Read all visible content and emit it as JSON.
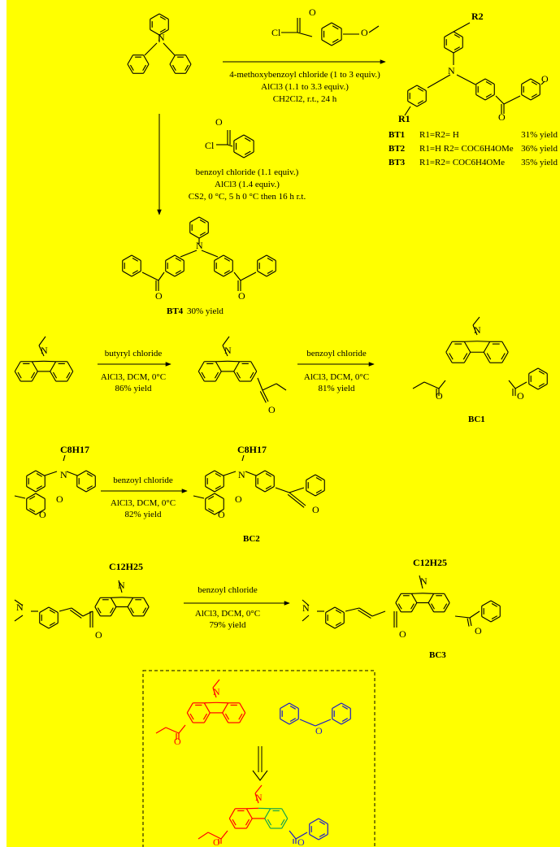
{
  "colors": {
    "background": "#FFFF00",
    "bond": "#000000",
    "highlight_red": "#FF0000",
    "highlight_blue": "#1A1AC8",
    "highlight_green": "#16A34A"
  },
  "atoms": {
    "N": "N",
    "O": "O",
    "Cl": "Cl",
    "R1": "R1",
    "R2": "R2",
    "C8H17": "C8H17",
    "C12H25": "C12H25"
  },
  "scheme1": {
    "reagent_line1": "4-methoxybenzoyl chloride (1 to 3 equiv.)",
    "reagent_line2": "AlCl3 (1.1 to 3.3 equiv.)",
    "reagent_line3": "CH2Cl2, r.t., 24 h",
    "products": [
      {
        "label": "BT1",
        "substituents": "R1=R2= H",
        "yield": "31% yield"
      },
      {
        "label": "BT2",
        "substituents": "R1=H R2= COC6H4OMe",
        "yield": "36% yield"
      },
      {
        "label": "BT3",
        "substituents": "R1=R2= COC6H4OMe",
        "yield": "35% yield"
      }
    ]
  },
  "scheme2": {
    "reagent_line1": "benzoyl chloride (1.1 equiv.)",
    "reagent_line2": "AlCl3 (1.4 equiv.)",
    "reagent_line3": "CS2, 0 °C, 5 h 0 °C then 16 h r.t.",
    "product_label": "BT4",
    "product_yield": "30% yield"
  },
  "scheme3": {
    "step1_reagent": "butyryl chloride",
    "step1_conditions": "AlCl3, DCM, 0°C",
    "step1_yield": "86% yield",
    "step2_reagent": "benzoyl chloride",
    "step2_conditions": "AlCl3, DCM, 0°C",
    "step2_yield": "81% yield",
    "product_label": "BC1"
  },
  "scheme4": {
    "reagent": "benzoyl chloride",
    "conditions": "AlCl3, DCM, 0°C",
    "yield": "82% yield",
    "product_label": "BC2"
  },
  "scheme5": {
    "reagent": "benzoyl chloride",
    "conditions": "AlCl3, DCM, 0°C",
    "yield": "79% yield",
    "product_label": "BC3"
  }
}
